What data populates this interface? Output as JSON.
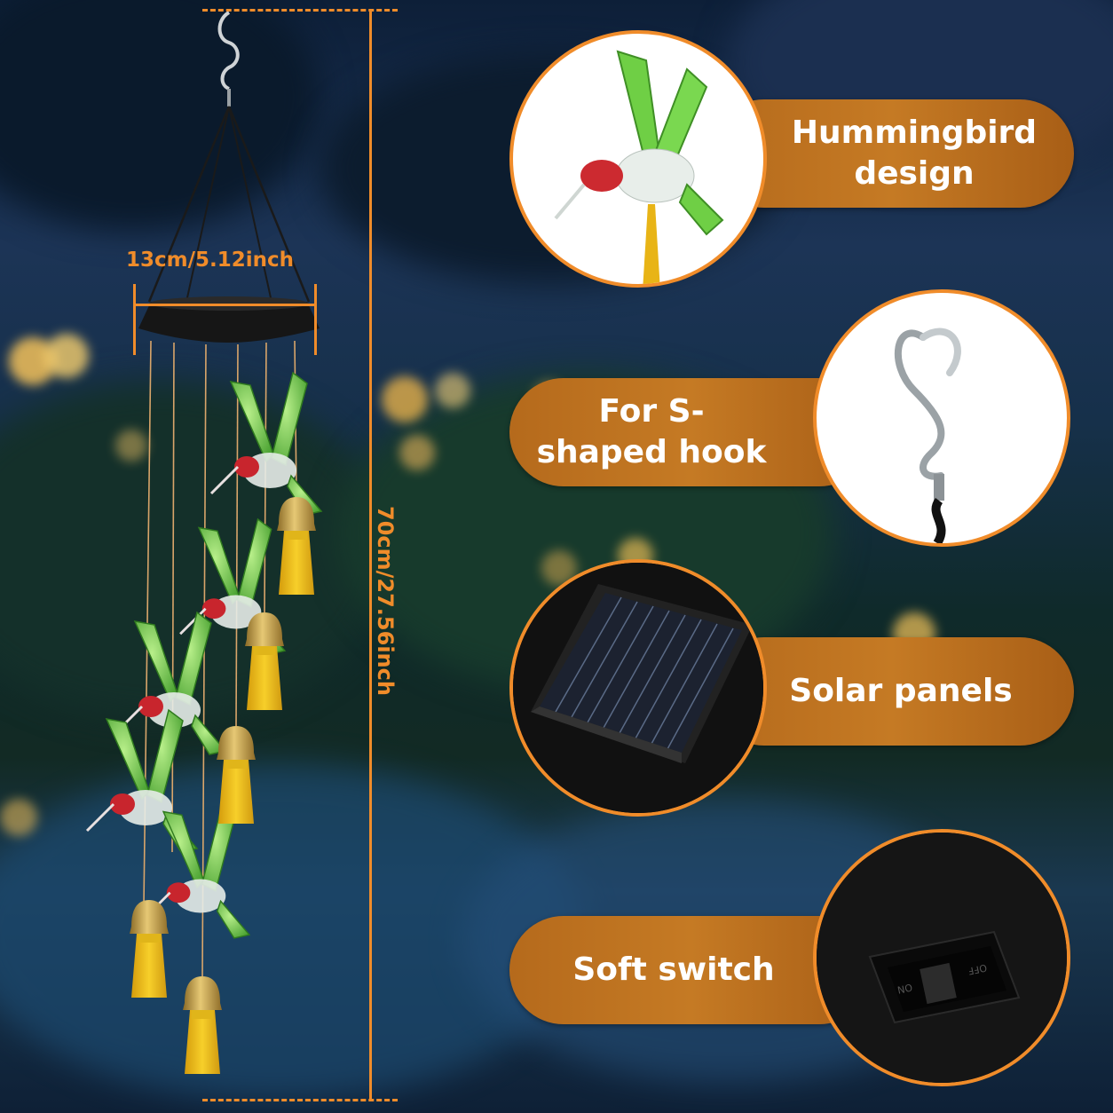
{
  "dimensions": {
    "width_label": "13cm/5.12inch",
    "height_label": "70cm/27.56inch"
  },
  "features": [
    {
      "label": "Hummingbird design"
    },
    {
      "label": "For S-shaped hook"
    },
    {
      "label": "Solar panels"
    },
    {
      "label": "Soft switch"
    }
  ],
  "switch_text": {
    "on": "ON",
    "off": "OFF"
  },
  "colors": {
    "accent_orange": "#f08c2a",
    "pill_brown": "#b56a1c",
    "bird_green": "#5fbf3a",
    "bell_gold": "#c9a24a",
    "tassel_yellow": "#f2c118"
  }
}
